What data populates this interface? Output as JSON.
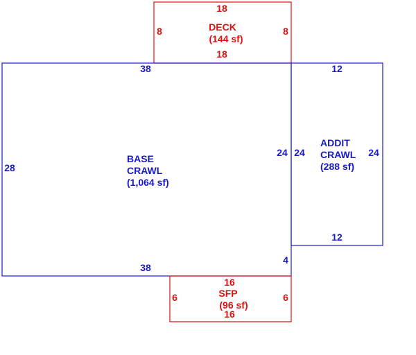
{
  "colors": {
    "main_structure": "#1a1acc",
    "attached": "#dd1111",
    "background": "#ffffff"
  },
  "areas": {
    "deck": {
      "name": "DECK",
      "area": "(144 sf)",
      "top": "18",
      "bottom": "18",
      "left": "8",
      "right": "8"
    },
    "base": {
      "name_line1": "BASE",
      "name_line2": "CRAWL",
      "area": "(1,064 sf)",
      "top": "38",
      "bottom": "38",
      "left": "28",
      "right_upper": "24",
      "right_lower": "4"
    },
    "addit": {
      "name_line1": "ADDIT",
      "name_line2": "CRAWL",
      "area": "(288 sf)",
      "top": "12",
      "bottom": "12",
      "left": "24",
      "right": "24"
    },
    "sfp": {
      "name": "SFP",
      "area": "(96 sf)",
      "top": "16",
      "bottom": "16",
      "left": "6",
      "right": "6"
    }
  }
}
